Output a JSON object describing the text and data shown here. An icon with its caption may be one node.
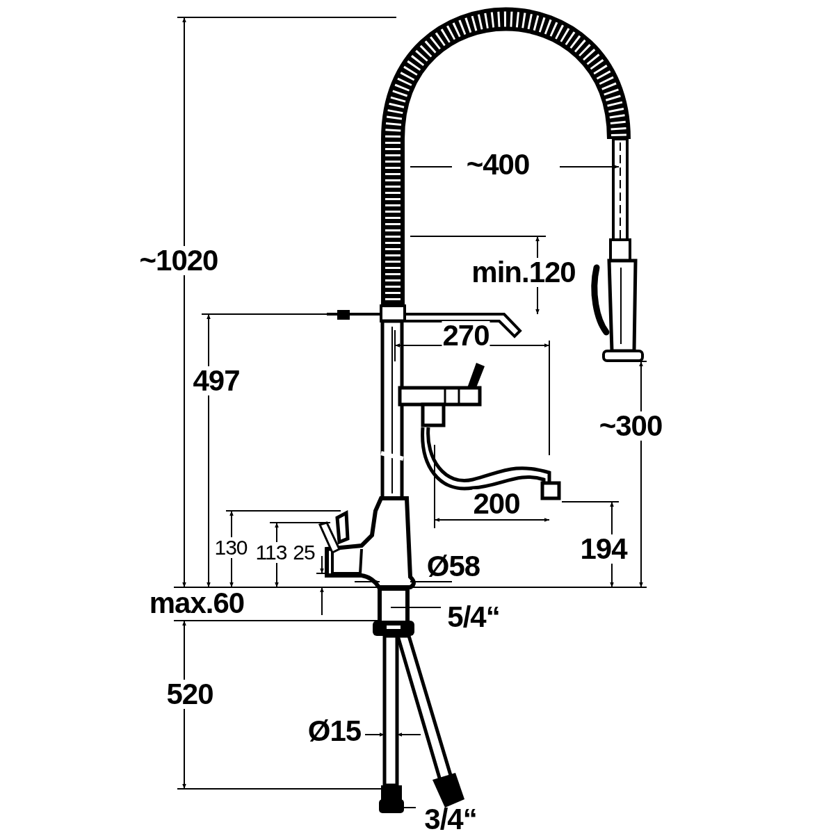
{
  "diagram": {
    "nodes": [
      {
        "text": [
          "5/4“"
        ]
      },
      {
        "text": [
          "3/4“"
        ]
      }
    ],
    "edges": [
      {
        "from": 0,
        "to": null,
        "arrow": "none"
      },
      {
        "from": 1,
        "to": null,
        "arrow": "none"
      }
    ],
    "labels": [
      "~400",
      "~1020",
      "min.120",
      "270",
      "497",
      "~300",
      "200",
      "194",
      "130",
      "113",
      "25",
      "Ø58",
      "max.60",
      "520",
      "Ø15"
    ]
  }
}
